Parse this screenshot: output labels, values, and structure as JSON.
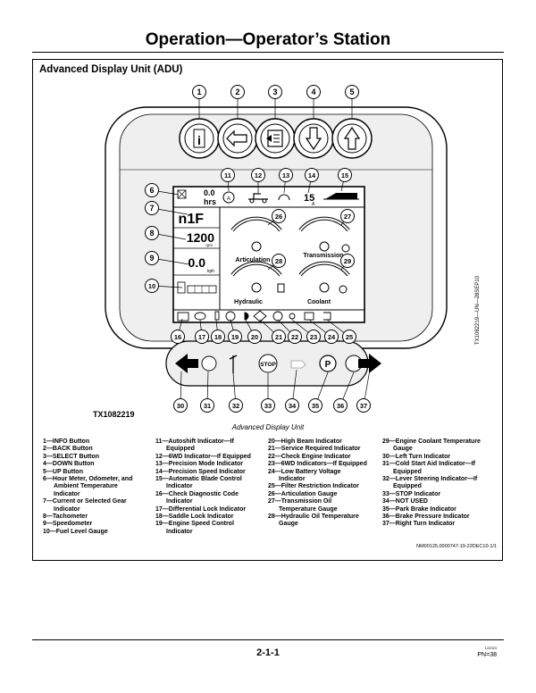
{
  "page": {
    "title": "Operation—Operator’s Station",
    "page_number": "2-1-1",
    "small_code": "122023",
    "pn": "PN=38"
  },
  "figure": {
    "heading": "Advanced Display Unit (ADU)",
    "image_id": "TX1082219",
    "side_code": "TX1082219—UN—28SEP10",
    "caption": "Advanced Display Unit",
    "ref_code": "NM00125,0000747-19-22DEC10-1/1",
    "callouts": [
      "1",
      "2",
      "3",
      "4",
      "5",
      "6",
      "7",
      "8",
      "9",
      "10",
      "11",
      "12",
      "13",
      "14",
      "15",
      "16",
      "17",
      "18",
      "19",
      "20",
      "21",
      "22",
      "23",
      "24",
      "25",
      "26",
      "27",
      "28",
      "29",
      "30",
      "31",
      "32",
      "33",
      "34",
      "35",
      "36",
      "37"
    ],
    "screen": {
      "hours_value": "0.0",
      "hours_unit": "hrs",
      "gear": "n1F",
      "rpm_value": "1200",
      "rpm_unit": "rpm",
      "speed_value": "0.0",
      "speed_unit": "kph",
      "precision_speed": "15",
      "precision_unit": "A",
      "gauge_articulation": "Articulation",
      "gauge_transmission": "Transmission",
      "gauge_hydraulic": "Hydraulic",
      "gauge_coolant": "Coolant"
    },
    "indicator_text": {
      "stop": "STOP"
    }
  },
  "legend": {
    "col1": [
      "1—INFO Button",
      "2—BACK Button",
      "3—SELECT Button",
      "4—DOWN Button",
      "5—UP Button",
      "6—Hour Meter, Odometer, and",
      "Ambient Temperature",
      "Indicator",
      "7—Current or Selected Gear",
      "Indicator",
      "8—Tachometer",
      "9—Speedometer",
      "10—Fuel Level Gauge"
    ],
    "col2": [
      "11—Autoshift Indicator—If",
      "Equipped",
      "12—6WD Indicator—If Equipped",
      "13—Precision Mode Indicator",
      "14—Precision Speed Indicator",
      "15—Automatic Blade Control",
      "Indicator",
      "16—Check Diagnostic Code",
      "Indicator",
      "17—Differential Lock Indicator",
      "18—Saddle Lock Indicator",
      "19—Engine Speed Control",
      "Indicator"
    ],
    "col3": [
      "20—High Beam Indicator",
      "21—Service Required Indicator",
      "22—Check Engine Indicator",
      "23—6WD Indicators—If Equipped",
      "24—Low Battery Voltage",
      "Indicator",
      "25—Filter Restriction Indicator",
      "26—Articulation Gauge",
      "27—Transmission Oil",
      "Temperature Gauge",
      "28—Hydraulic Oil Temperature",
      "Gauge"
    ],
    "col4": [
      "29—Engine Coolant Temperature",
      "Gauge",
      "30—Left Turn Indicator",
      "31—Cold Start Aid Indicator—If",
      "Equipped",
      "32—Lever Steering Indicator—If",
      "Equipped",
      "33—STOP Indicator",
      "34—NOT USED",
      "35—Park Brake Indicator",
      "36—Brake Pressure Indicator",
      "37—Right Turn Indicator"
    ],
    "col1_cont": [
      false,
      false,
      false,
      false,
      false,
      false,
      true,
      true,
      false,
      true,
      false,
      false,
      false
    ],
    "col2_cont": [
      false,
      true,
      false,
      false,
      false,
      false,
      true,
      false,
      true,
      false,
      false,
      false,
      true
    ],
    "col3_cont": [
      false,
      false,
      false,
      false,
      false,
      true,
      false,
      false,
      false,
      true,
      false,
      true
    ],
    "col4_cont": [
      false,
      true,
      false,
      false,
      true,
      false,
      true,
      false,
      false,
      false,
      false,
      false
    ]
  }
}
